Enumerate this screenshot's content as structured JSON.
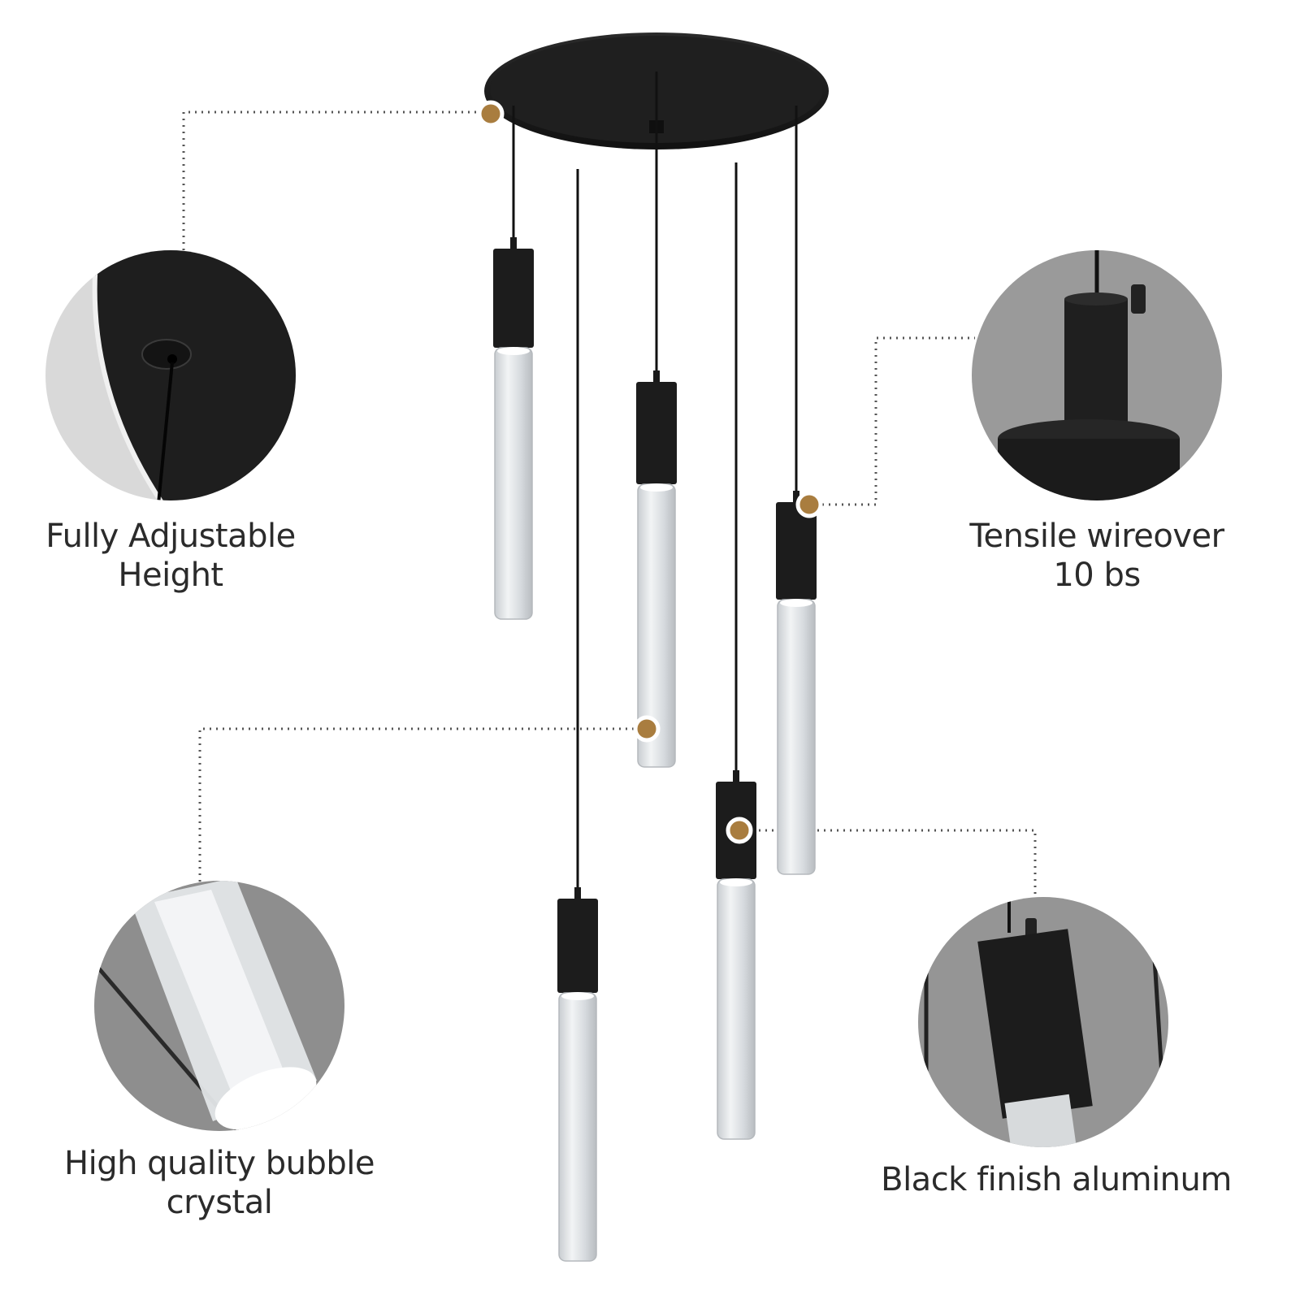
{
  "colors": {
    "background": "#ffffff",
    "fixture_black": "#1c1c1c",
    "marker_gold": "#a97d3f",
    "connector_dots": "#555555",
    "detail_gray": "#8c8c8c",
    "crystal": "#dfe3e6",
    "caption_text": "#2b2b2b"
  },
  "features": [
    {
      "line1": "Fully Adjustable",
      "line2": "Height",
      "icon": "canopy-detail-photo"
    },
    {
      "line1": "Tensile wireover",
      "line2": "10 bs",
      "icon": "socket-detail-photo"
    },
    {
      "line1": "High quality bubble",
      "line2": "crystal",
      "icon": "crystal-detail-photo"
    },
    {
      "line1": "Black finish aluminum",
      "line2": "",
      "icon": "housing-detail-photo"
    }
  ],
  "pendant_count": 5
}
